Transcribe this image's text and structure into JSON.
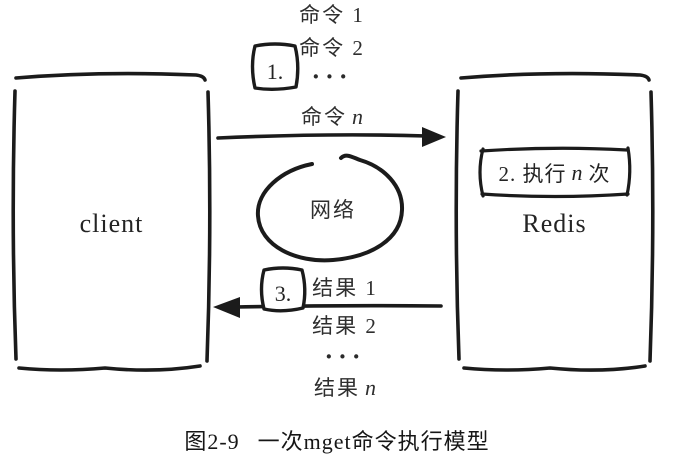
{
  "colors": {
    "ink": "#1b1b1b",
    "paper": "#ffffff"
  },
  "client": {
    "label": "client"
  },
  "redis": {
    "label": "Redis"
  },
  "execute_badge": {
    "prefix": "2. 执行",
    "var": "n",
    "suffix": "次"
  },
  "network": {
    "label": "网络"
  },
  "request": {
    "badge": "1.",
    "line1": "命令 1",
    "line2": "命令 2",
    "dots": "···",
    "line_n_prefix": "命令",
    "line_n_var": "n"
  },
  "response": {
    "badge": "3.",
    "line1": "结果 1",
    "line2": "结果 2",
    "dots": "···",
    "line_n_prefix": "结果",
    "line_n_var": "n"
  },
  "caption": {
    "number": "图2-9",
    "title": "一次mget命令执行模型"
  }
}
